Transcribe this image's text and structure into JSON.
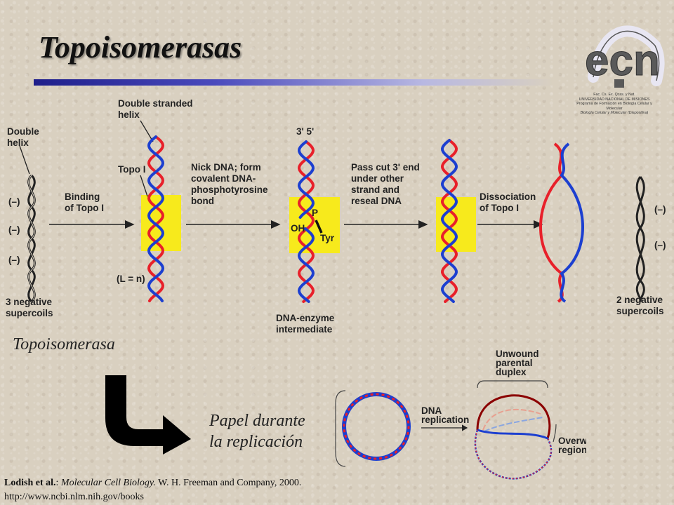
{
  "slide": {
    "title": "Topoisomerasas",
    "logo": {
      "mark": "ecn",
      "lines": [
        "Fac. Cs. Ex. Qcas. y Nat.",
        "UNIVERSIDAD NACIONAL DE MISIONES",
        "Programa de Formación en Biología Celular y",
        "Molecular"
      ],
      "subline": "Biología Celular y Molecular (Diapositiva)"
    },
    "caption_topo": "Topoisomerasa",
    "caption_role": [
      "Papel durante",
      "la replicación"
    ]
  },
  "figure": {
    "start_label": [
      "Double",
      "helix"
    ],
    "start_marks": [
      "(–)",
      "(–)",
      "(–)"
    ],
    "start_supercoils": [
      "3 negative",
      "supercoils"
    ],
    "step1": [
      "Binding",
      "of Topo I"
    ],
    "helix_label": [
      "Double stranded",
      "helix"
    ],
    "topo_label": "Topo I",
    "ln_label": "(L = n)",
    "step2": [
      "Nick DNA; form",
      "covalent DNA-",
      "phosphotyrosine",
      "bond"
    ],
    "ends_label": "3'  5'",
    "oh_label": "OH",
    "p_label": "P",
    "tyr_label": "Tyr",
    "intermediate_label": [
      "DNA-enzyme",
      "intermediate"
    ],
    "step3": [
      "Pass cut 3' end",
      "under other",
      "strand and",
      "reseal DNA"
    ],
    "step4": [
      "Dissociation",
      "of Topo I"
    ],
    "end_marks": [
      "(–)",
      "(–)"
    ],
    "end_supercoils": [
      "2 negative",
      "supercoils"
    ]
  },
  "replication": {
    "unwound": [
      "Unwound",
      "parental",
      "duplex"
    ],
    "dna_rep": [
      "DNA",
      "replication"
    ],
    "overwound": [
      "Overwound",
      "region"
    ]
  },
  "citation": {
    "author": "Lodish et al.",
    "sep": ": ",
    "book": "Molecular Cell Biology.",
    "rest": " W. H. Freeman and Company, 2000.",
    "url": "http://www.ncbi.nlm.nih.gov/books"
  },
  "colors": {
    "red_strand": "#e8202a",
    "blue_strand": "#1c3fd0",
    "enzyme": "#f7ea1c",
    "title_bar": "#1e1e8a"
  }
}
